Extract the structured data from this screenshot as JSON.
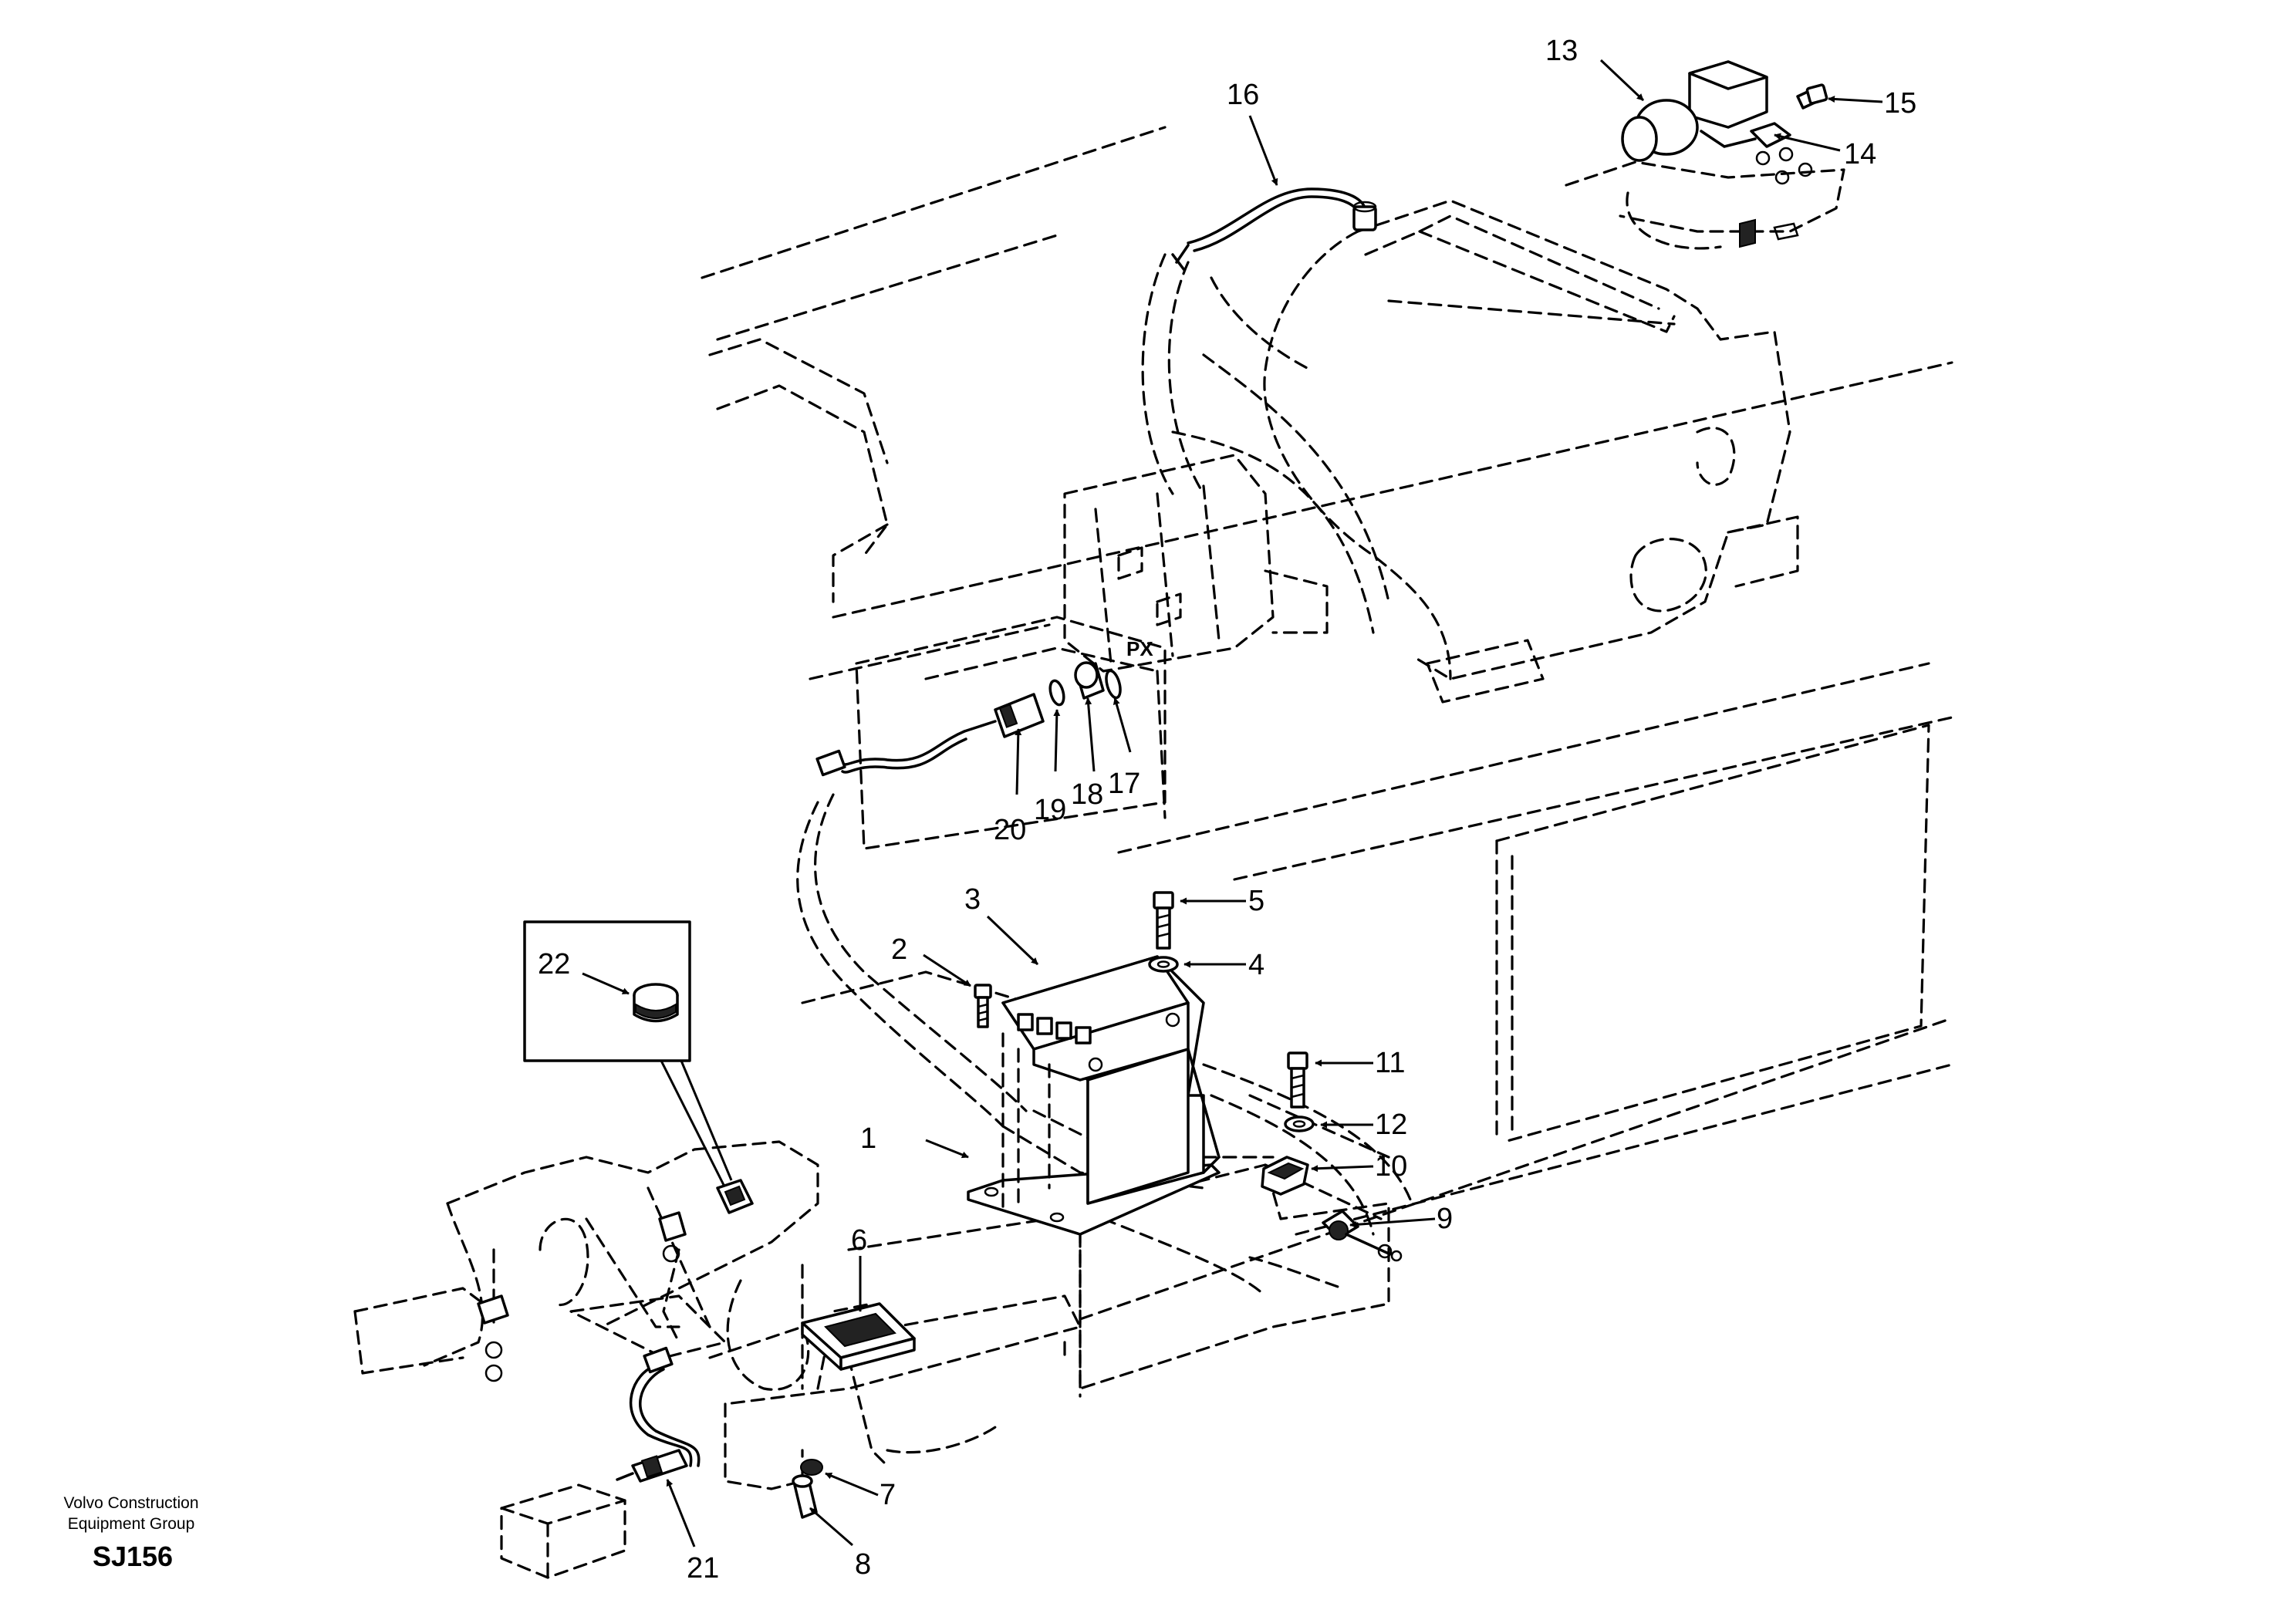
{
  "callouts": [
    "1",
    "2",
    "3",
    "4",
    "5",
    "6",
    "7",
    "8",
    "9",
    "10",
    "11",
    "12",
    "13",
    "14",
    "15",
    "16",
    "17",
    "18",
    "19",
    "20",
    "21",
    "22"
  ],
  "port_label": "PX",
  "footer": {
    "company_line1": "Volvo Construction",
    "company_line2": "Equipment Group",
    "drawing_code": "SJ156"
  }
}
